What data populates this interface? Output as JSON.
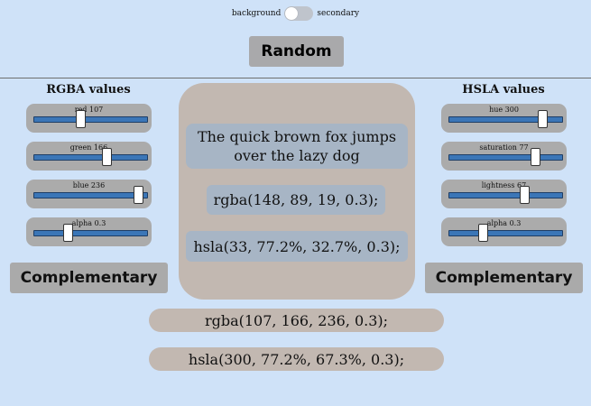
{
  "toggle": {
    "left_label": "background",
    "right_label": "secondary",
    "state": "off"
  },
  "random_label": "Random",
  "rgba_panel": {
    "title": "RGBA values",
    "sliders": [
      {
        "label": "red 107",
        "value": 107,
        "max": 255
      },
      {
        "label": "green 166",
        "value": 166,
        "max": 255
      },
      {
        "label": "blue 236",
        "value": 236,
        "max": 255
      },
      {
        "label": "alpha 0.3",
        "value": 0.3,
        "max": 1
      }
    ],
    "button": "Complementary"
  },
  "hsla_panel": {
    "title": "HSLA values",
    "sliders": [
      {
        "label": "hue 300",
        "value": 300,
        "max": 360
      },
      {
        "label": "saturation 77",
        "value": 77,
        "max": 100
      },
      {
        "label": "lightness 67",
        "value": 67,
        "max": 100
      },
      {
        "label": "alpha 0.3",
        "value": 0.3,
        "max": 1
      }
    ],
    "button": "Complementary"
  },
  "preview": {
    "sample_text": "The quick brown fox jumps over the lazy dog",
    "rgba": "rgba(148, 89, 19, 0.3);",
    "hsla": "hsla(33, 77.2%, 32.7%, 0.3);"
  },
  "result": {
    "rgba": "rgba(107, 166, 236, 0.3);",
    "hsla": "hsla(300, 77.2%, 67.3%, 0.3);"
  },
  "colors": {
    "page_background": "#cfe2f8",
    "slider_track": "#3b76b7",
    "card": "#c2b8b1",
    "text_box": "#a7b5c5"
  }
}
